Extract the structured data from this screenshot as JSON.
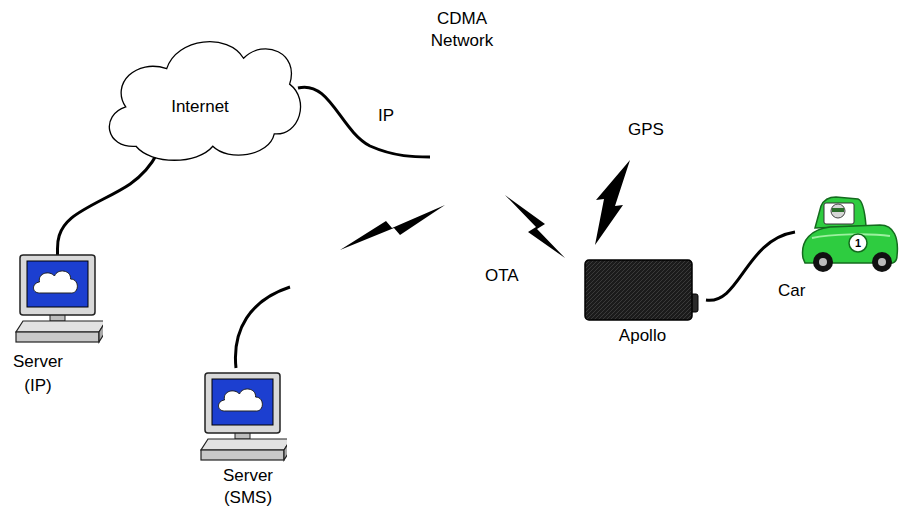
{
  "diagram": {
    "nodes": [
      {
        "text": [
          "Internet"
        ]
      },
      {
        "text": [
          "Server (IP)"
        ]
      },
      {
        "text": [
          "Server (SMS)"
        ]
      },
      {
        "text": [
          "Apollo"
        ]
      }
    ],
    "edges": [
      {
        "from": 1,
        "to": 0,
        "arrow": "none"
      }
    ],
    "labels": [
      "CDMA Network",
      "IP",
      "GPS",
      "OTA",
      "Car",
      "1"
    ]
  }
}
